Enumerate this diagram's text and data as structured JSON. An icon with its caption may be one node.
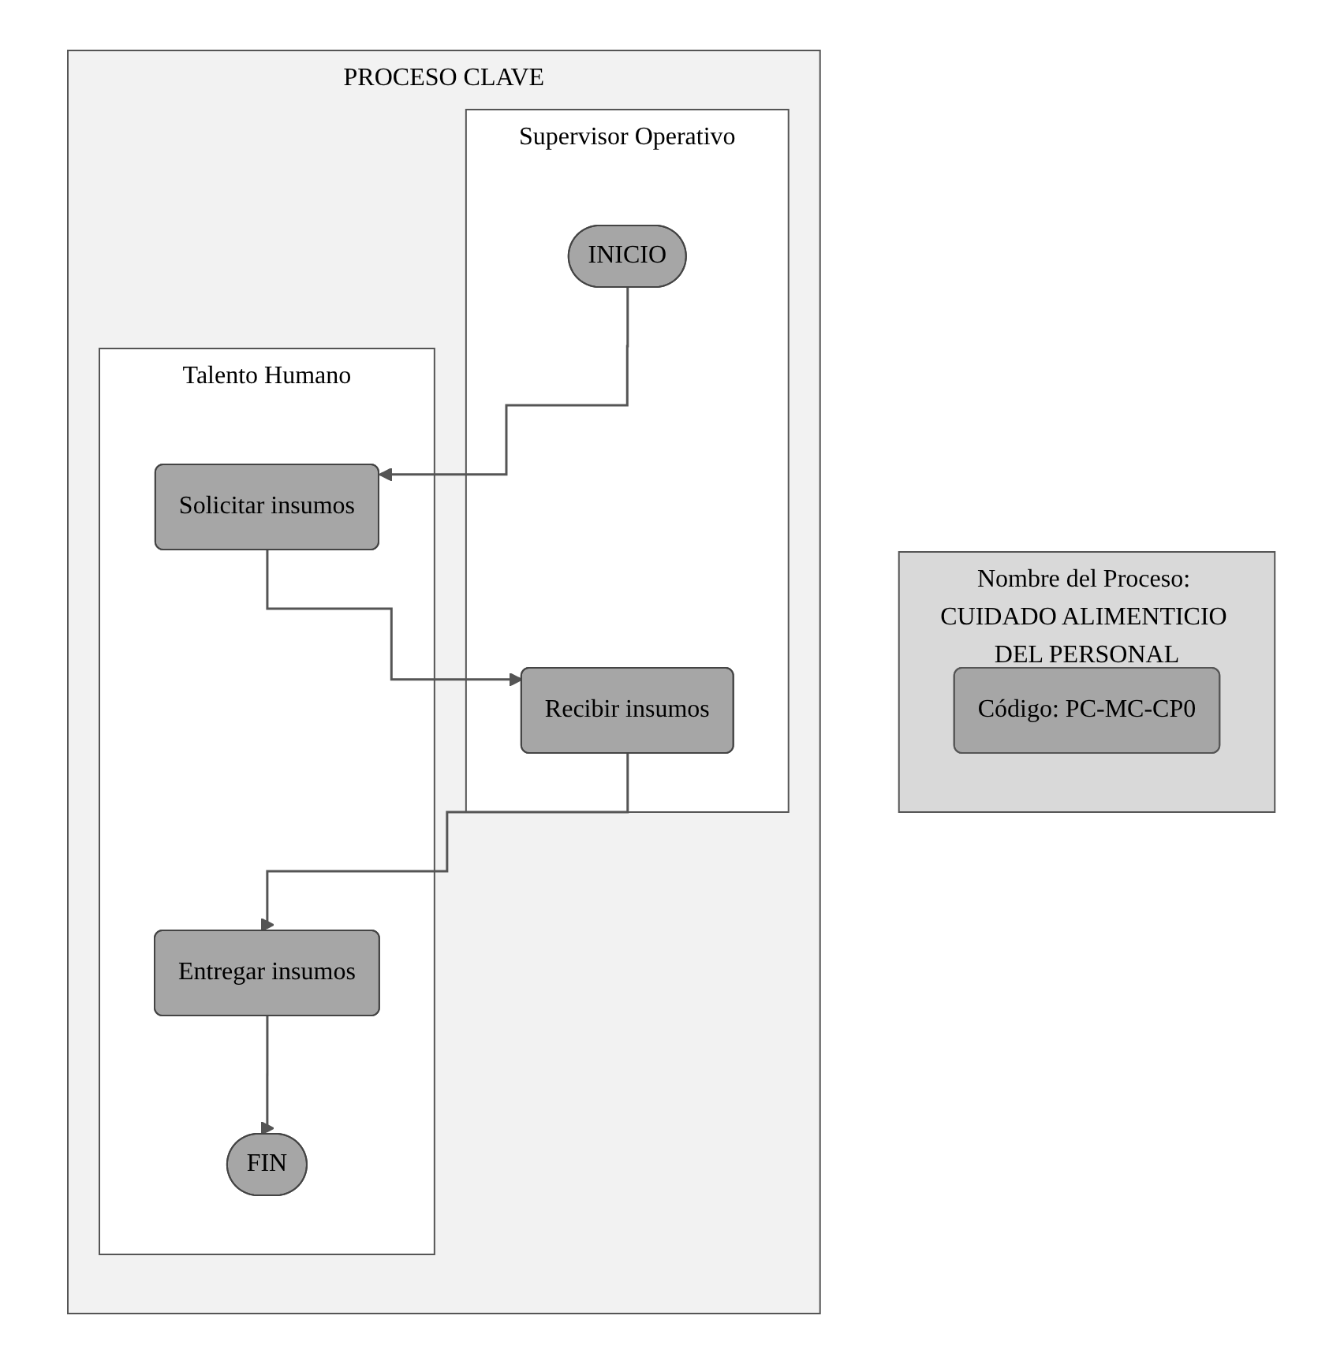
{
  "diagram": {
    "nodes": [
      {
        "text": [
          "Nombre del Proceso: CUIDADO ALIMENTICIO DEL PERSONAL"
        ]
      },
      {
        "text": [
          "Código: PC-MC-CP0"
        ],
        "in": 0
      },
      {
        "text": [
          "PROCESO CLAVE"
        ]
      },
      {
        "text": [
          "Supervisor Operativo"
        ],
        "in": 2
      },
      {
        "text": [
          "Talento Humano"
        ],
        "in": 2
      },
      {
        "text": [
          "INICIO"
        ],
        "in": 3
      },
      {
        "text": [
          "Solicitar insumos"
        ],
        "in": 4
      },
      {
        "text": [
          "Recibir insumos"
        ],
        "in": 3
      },
      {
        "text": [
          "Entregar insumos"
        ],
        "in": 4
      },
      {
        "text": [
          "FIN"
        ],
        "in": 4
      }
    ],
    "edges": [
      {
        "from": 5,
        "to": 6,
        "arrow": "to"
      },
      {
        "from": 6,
        "to": 7,
        "arrow": "to"
      },
      {
        "from": 7,
        "to": 8,
        "arrow": "to"
      },
      {
        "from": 8,
        "to": 9,
        "arrow": "to"
      }
    ]
  }
}
